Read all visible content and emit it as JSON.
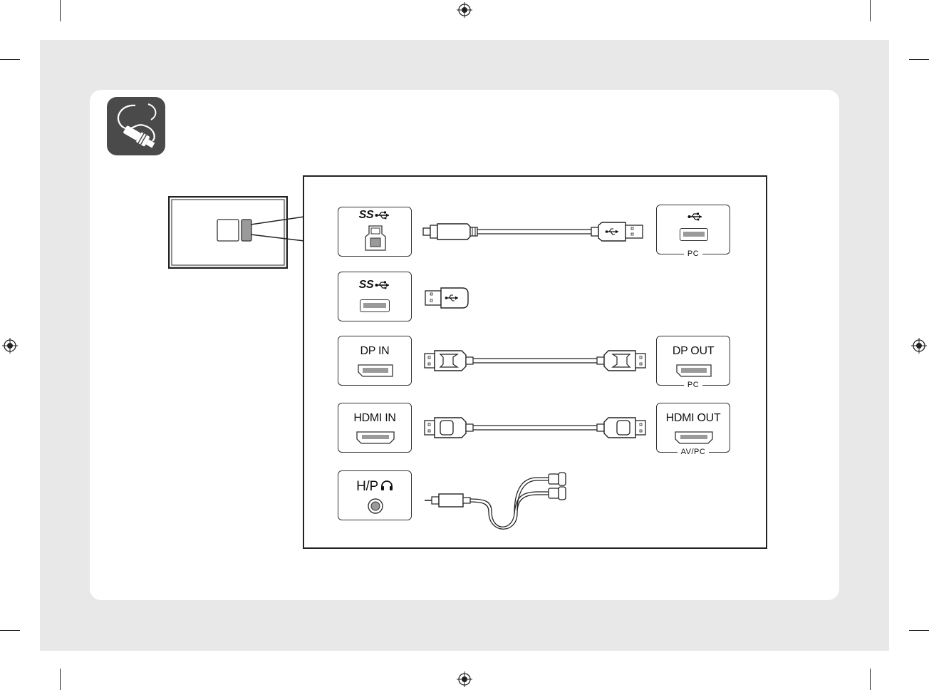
{
  "ports": {
    "usb_b": {
      "logo": "SS",
      "icon": "usb-icon"
    },
    "usb_a": {
      "logo": "SS",
      "icon": "usb-icon"
    },
    "dp_in": {
      "label": "DP IN"
    },
    "hdmi_in": {
      "label": "HDMI IN"
    },
    "hp": {
      "label": "H/P",
      "icon": "headphone-icon"
    }
  },
  "targets": {
    "pc_usb": {
      "tag": "PC",
      "icon": "usb-icon"
    },
    "dp_out": {
      "label": "DP OUT",
      "tag": "PC"
    },
    "hdmi_out": {
      "label": "HDMI OUT",
      "tag": "AV/PC"
    }
  },
  "icons": {
    "corner": "cable-plug-icon",
    "audio_cable": "audio-cable-icon"
  },
  "colors": {
    "background": "#e8e8e8",
    "card": "#ffffff",
    "icon_box": "#4a4a4a",
    "line": "#222222",
    "port_fill": "#9a9a9a"
  }
}
